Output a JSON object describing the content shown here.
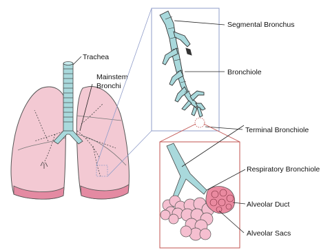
{
  "labels": {
    "trachea": "Trachea",
    "mainstem_line1": "Mainstem",
    "mainstem_line2": "Bronchi",
    "segmental": "Segmental Bronchus",
    "bronchiole": "Bronchiole",
    "terminal": "Terminal Bronchiole",
    "respiratory": "Respiratory Bronchiole",
    "alveolar_duct": "Alveolar Duct",
    "alveolar_sacs": "Alveolar Sacs"
  },
  "colors": {
    "lung_fill": "#f3c9d3",
    "lung_base": "#e48aa2",
    "airway_fill": "#a9d9dc",
    "inset_frame_blue": "#8f9cc9",
    "inset_frame_red": "#c0504d",
    "alveoli_fill": "#f5bfd0",
    "duct_fill": "#ea8aa0"
  }
}
